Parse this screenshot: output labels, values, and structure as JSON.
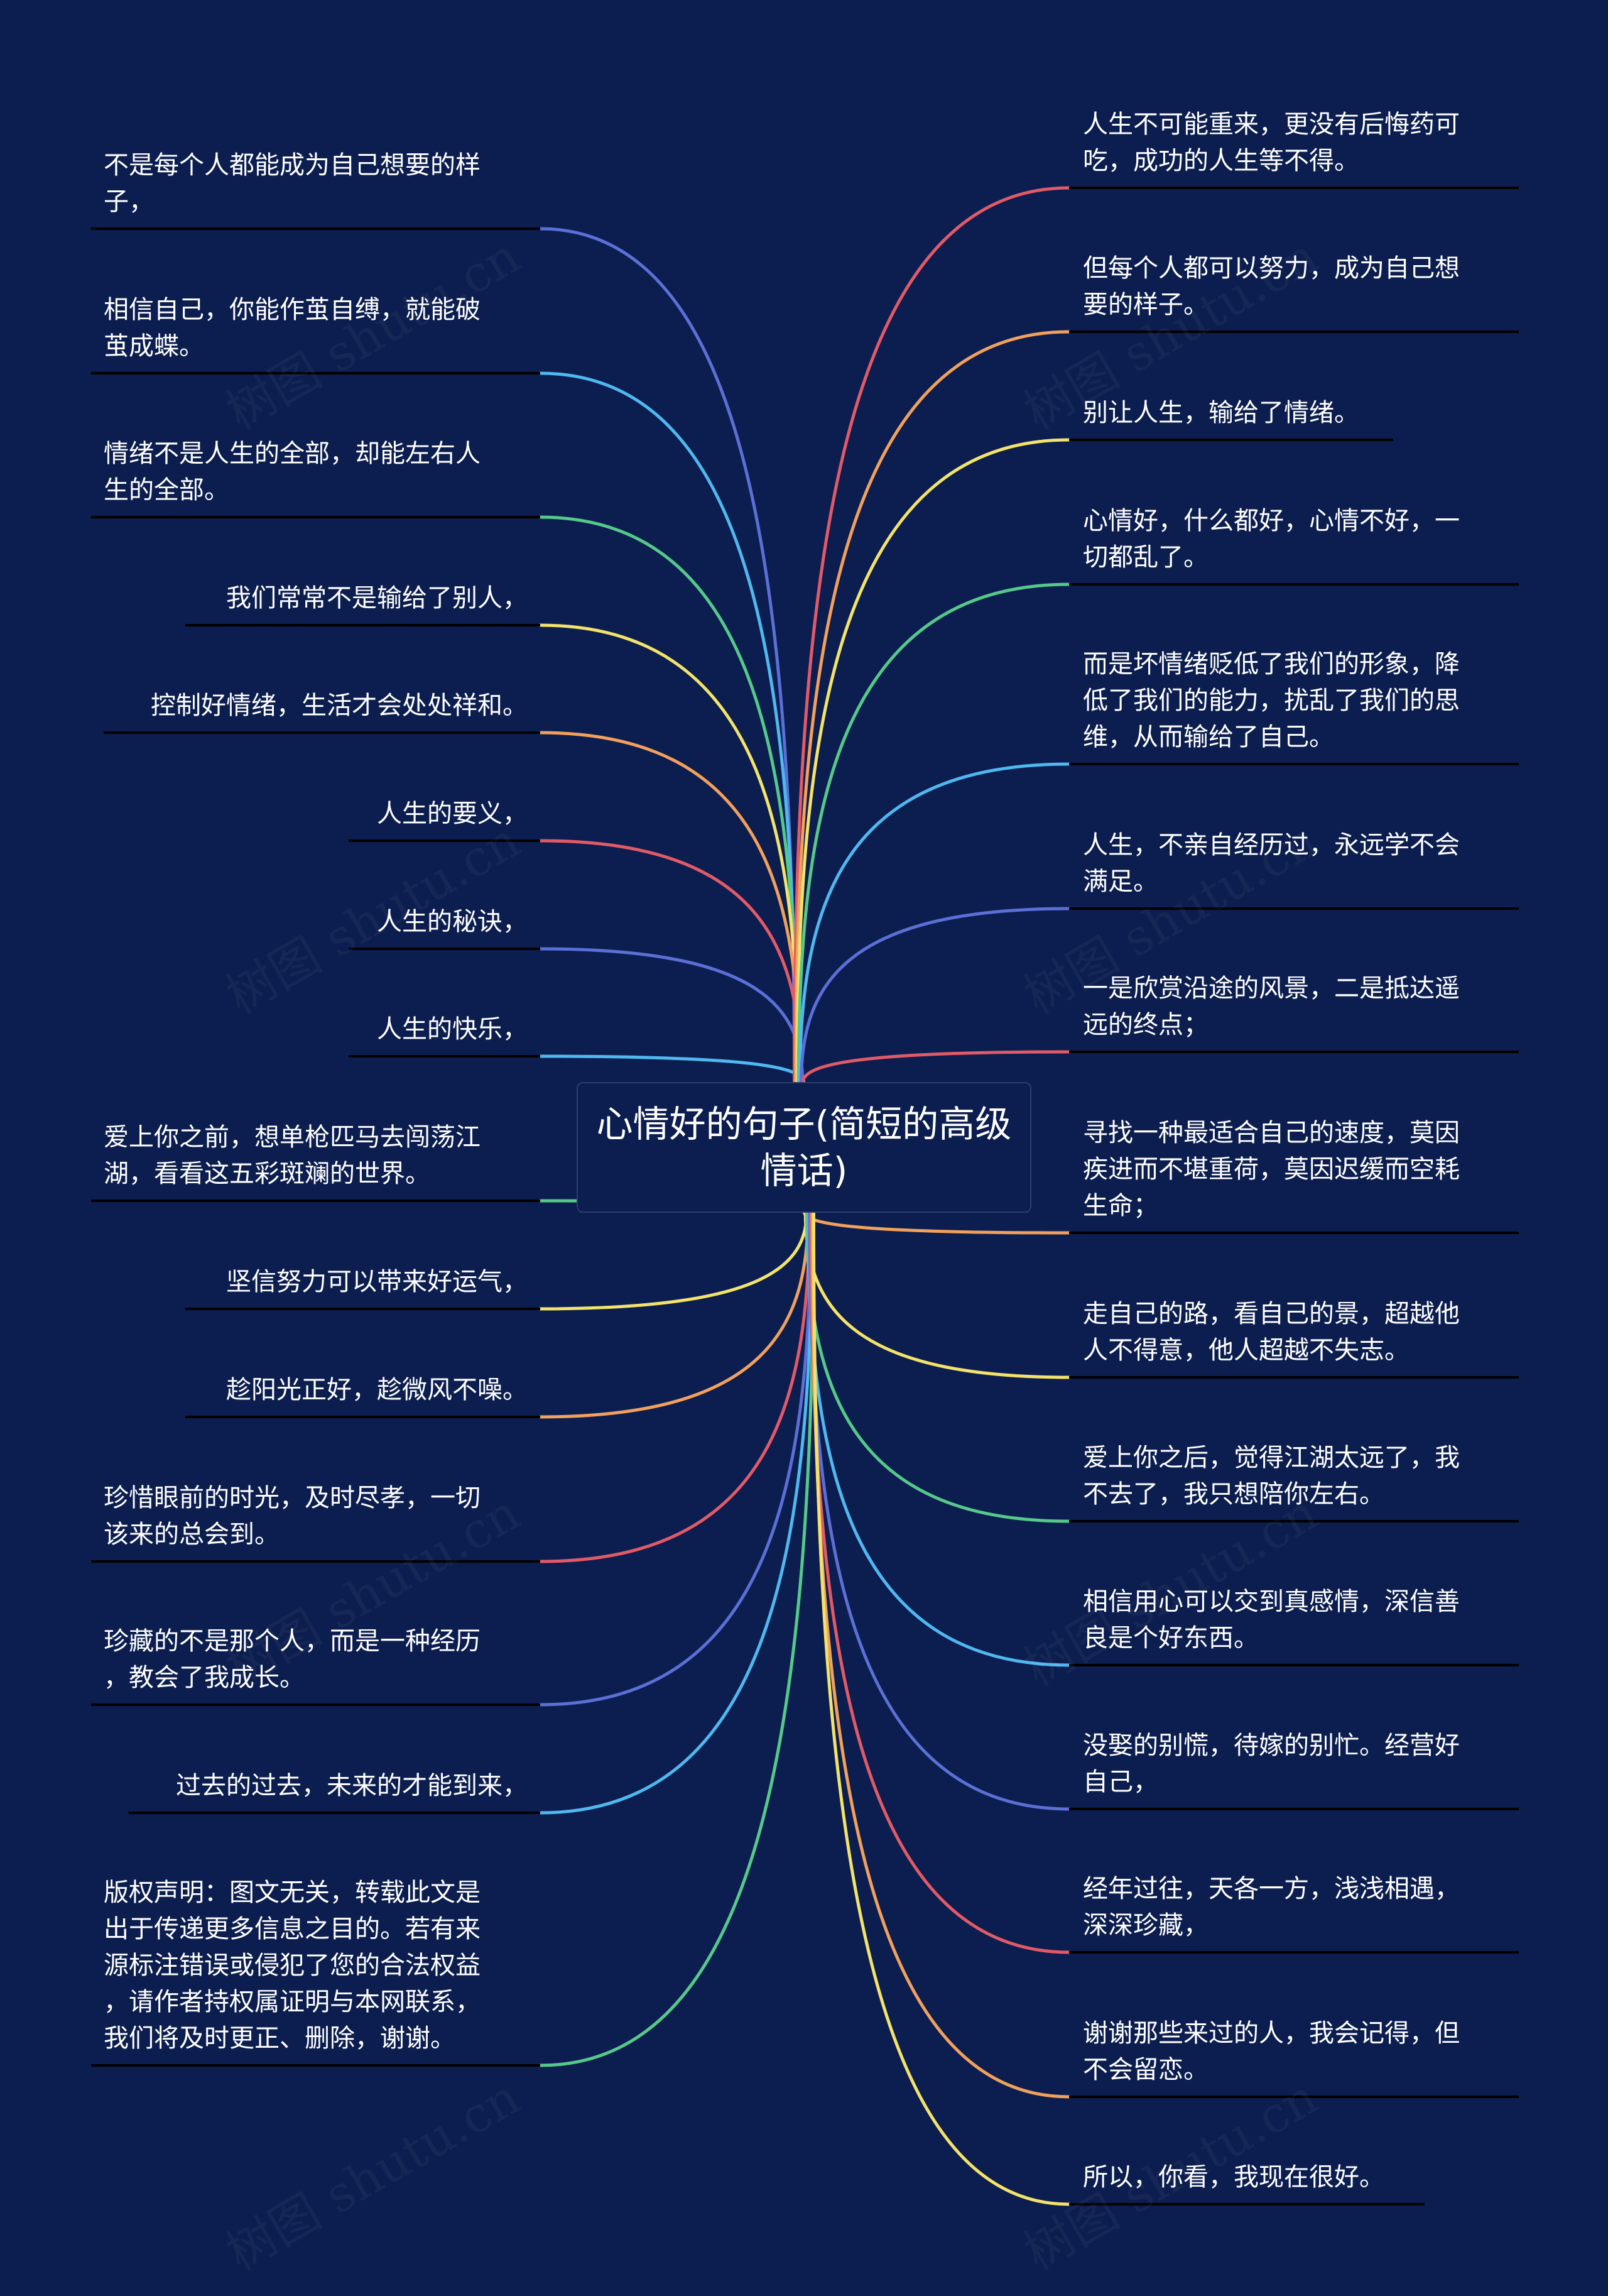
{
  "center": {
    "text": "心情好的句子(简短的高级情话)"
  },
  "colors": {
    "background": "#0c1e4f",
    "branch_palette": [
      "#e25a67",
      "#f2a05c",
      "#f3e36b",
      "#55c98a",
      "#4fb8f0",
      "#5b6fd6"
    ],
    "underline": "#000000"
  },
  "left_items": [
    {
      "text": "不是每个人都能成为自己想要的样\n子，",
      "color": "#5b6fd6"
    },
    {
      "text": "相信自己，你能作茧自缚，就能破\n茧成蝶。",
      "color": "#4fb8f0"
    },
    {
      "text": "情绪不是人生的全部，却能左右人\n生的全部。",
      "color": "#55c98a"
    },
    {
      "text": "我们常常不是输给了别人，",
      "color": "#f3e36b"
    },
    {
      "text": "控制好情绪，生活才会处处祥和。",
      "color": "#f2a05c"
    },
    {
      "text": "人生的要义，",
      "color": "#e25a67"
    },
    {
      "text": "人生的秘诀，",
      "color": "#5b6fd6"
    },
    {
      "text": "人生的快乐，",
      "color": "#4fb8f0"
    },
    {
      "text": "爱上你之前，想单枪匹马去闯荡江\n湖，看看这五彩斑斓的世界。",
      "color": "#55c98a"
    },
    {
      "text": "坚信努力可以带来好运气，",
      "color": "#f3e36b"
    },
    {
      "text": "趁阳光正好，趁微风不噪。",
      "color": "#f2a05c"
    },
    {
      "text": "珍惜眼前的时光，及时尽孝，一切\n该来的总会到。",
      "color": "#e25a67"
    },
    {
      "text": "珍藏的不是那个人，而是一种经历\n，教会了我成长。",
      "color": "#5b6fd6"
    },
    {
      "text": "过去的过去，未来的才能到来，",
      "color": "#4fb8f0"
    },
    {
      "text": "版权声明：图文无关，转载此文是\n出于传递更多信息之目的。若有来\n源标注错误或侵犯了您的合法权益\n，请作者持权属证明与本网联系，\n我们将及时更正、删除，谢谢。",
      "color": "#55c98a"
    }
  ],
  "right_items": [
    {
      "text": "人生不可能重来，更没有后悔药可\n吃，成功的人生等不得。",
      "color": "#e25a67"
    },
    {
      "text": "但每个人都可以努力，成为自己想\n要的样子。",
      "color": "#f2a05c"
    },
    {
      "text": "别让人生，输给了情绪。",
      "color": "#f3e36b"
    },
    {
      "text": "心情好，什么都好，心情不好，一\n切都乱了。",
      "color": "#55c98a"
    },
    {
      "text": "而是坏情绪贬低了我们的形象，降\n低了我们的能力，扰乱了我们的思\n维，从而输给了自己。",
      "color": "#4fb8f0"
    },
    {
      "text": "人生，不亲自经历过，永远学不会\n满足。",
      "color": "#5b6fd6"
    },
    {
      "text": "一是欣赏沿途的风景，二是抵达遥\n远的终点；",
      "color": "#e25a67"
    },
    {
      "text": "寻找一种最适合自己的速度，莫因\n疾进而不堪重荷，莫因迟缓而空耗\n生命；",
      "color": "#f2a05c"
    },
    {
      "text": "走自己的路，看自己的景，超越他\n人不得意，他人超越不失志。",
      "color": "#f3e36b"
    },
    {
      "text": "爱上你之后，觉得江湖太远了，我\n不去了，我只想陪你左右。",
      "color": "#55c98a"
    },
    {
      "text": "相信用心可以交到真感情，深信善\n良是个好东西。",
      "color": "#4fb8f0"
    },
    {
      "text": "没娶的别慌，待嫁的别忙。经营好\n自己，",
      "color": "#5b6fd6"
    },
    {
      "text": "经年过往，天各一方，浅浅相遇，\n深深珍藏，",
      "color": "#e25a67"
    },
    {
      "text": "谢谢那些来过的人，我会记得，但\n不会留恋。",
      "color": "#f2a05c"
    },
    {
      "text": "所以，你看，我现在很好。",
      "color": "#f3e36b"
    }
  ],
  "watermark": {
    "text": "树图 shutu.cn"
  }
}
